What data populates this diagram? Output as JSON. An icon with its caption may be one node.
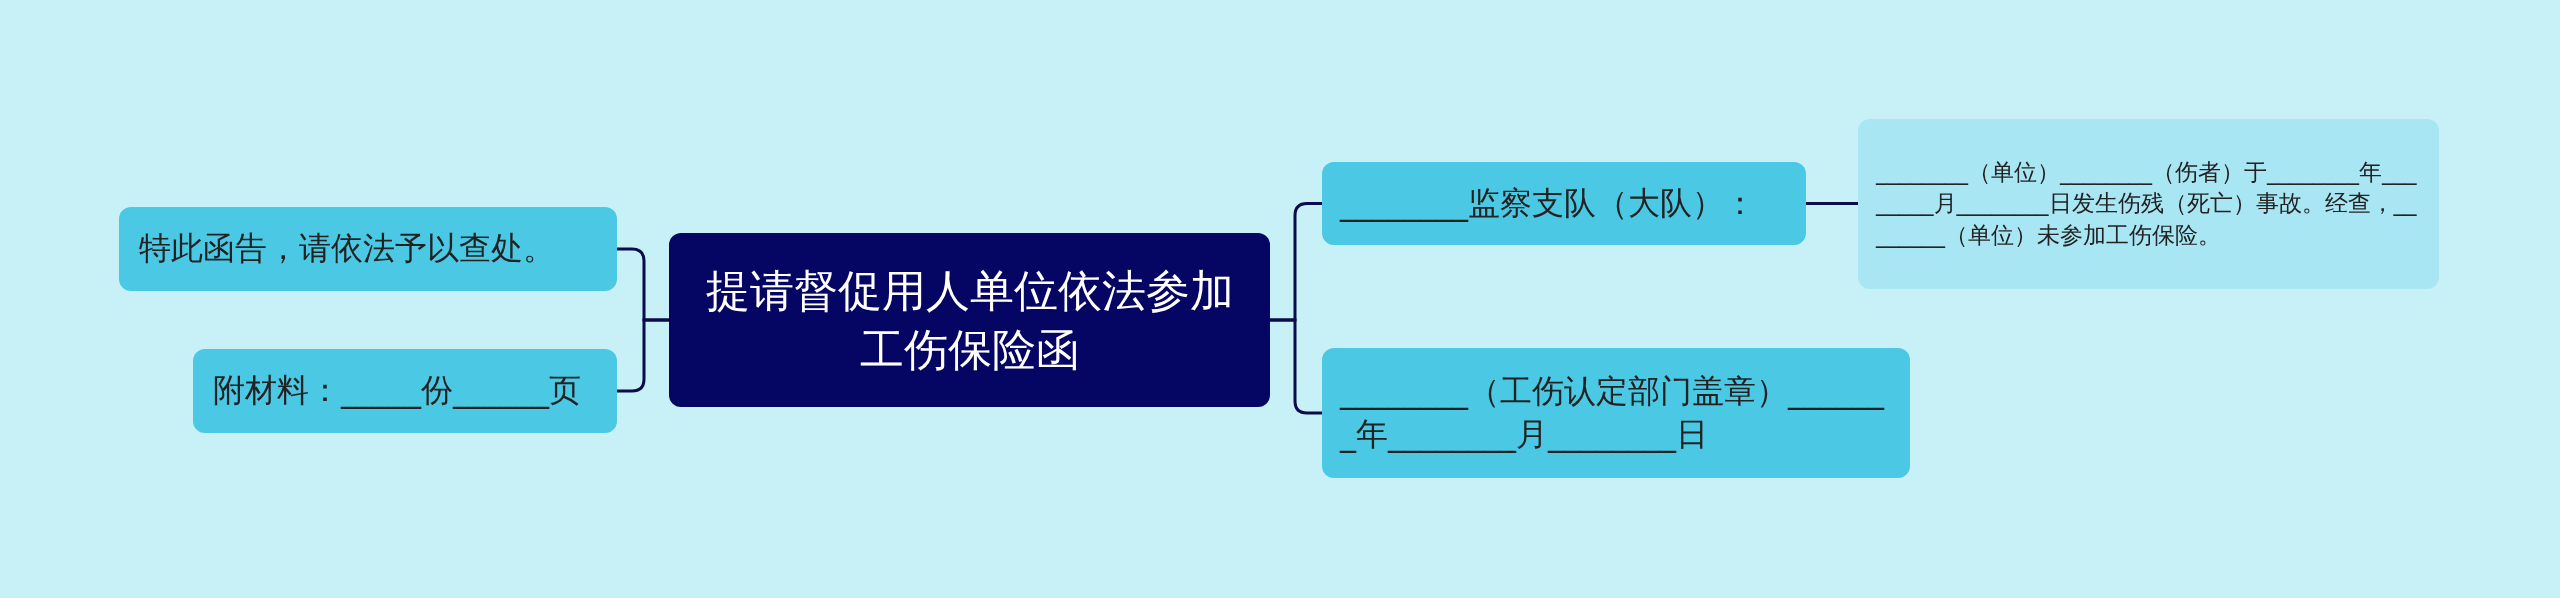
{
  "diagram": {
    "nodes": [
      {
        "text": [
          "提请督促用人单位依法参加工伤保险函"
        ]
      },
      {
        "text": [
          "特此函告，请依法予以查处。"
        ]
      },
      {
        "text": [
          "附材料：_____份______页"
        ]
      },
      {
        "text": [
          "________监察支队（大队）："
        ]
      },
      {
        "text": [
          "________（单位）________（伤者）于________年________月________日发生伤残（死亡）事故。经查，________（单位）未参加工伤保险。"
        ]
      },
      {
        "text": [
          "________（工伤认定部门盖章）_______年________月________日"
        ]
      }
    ],
    "edges": [
      {
        "from": 0,
        "to": 1,
        "arrow": "none"
      },
      {
        "from": 0,
        "to": 2,
        "arrow": "none"
      },
      {
        "from": 0,
        "to": 3,
        "arrow": "none"
      },
      {
        "from": 3,
        "to": 4,
        "arrow": "none"
      },
      {
        "from": 0,
        "to": 5,
        "arrow": "none"
      }
    ]
  }
}
